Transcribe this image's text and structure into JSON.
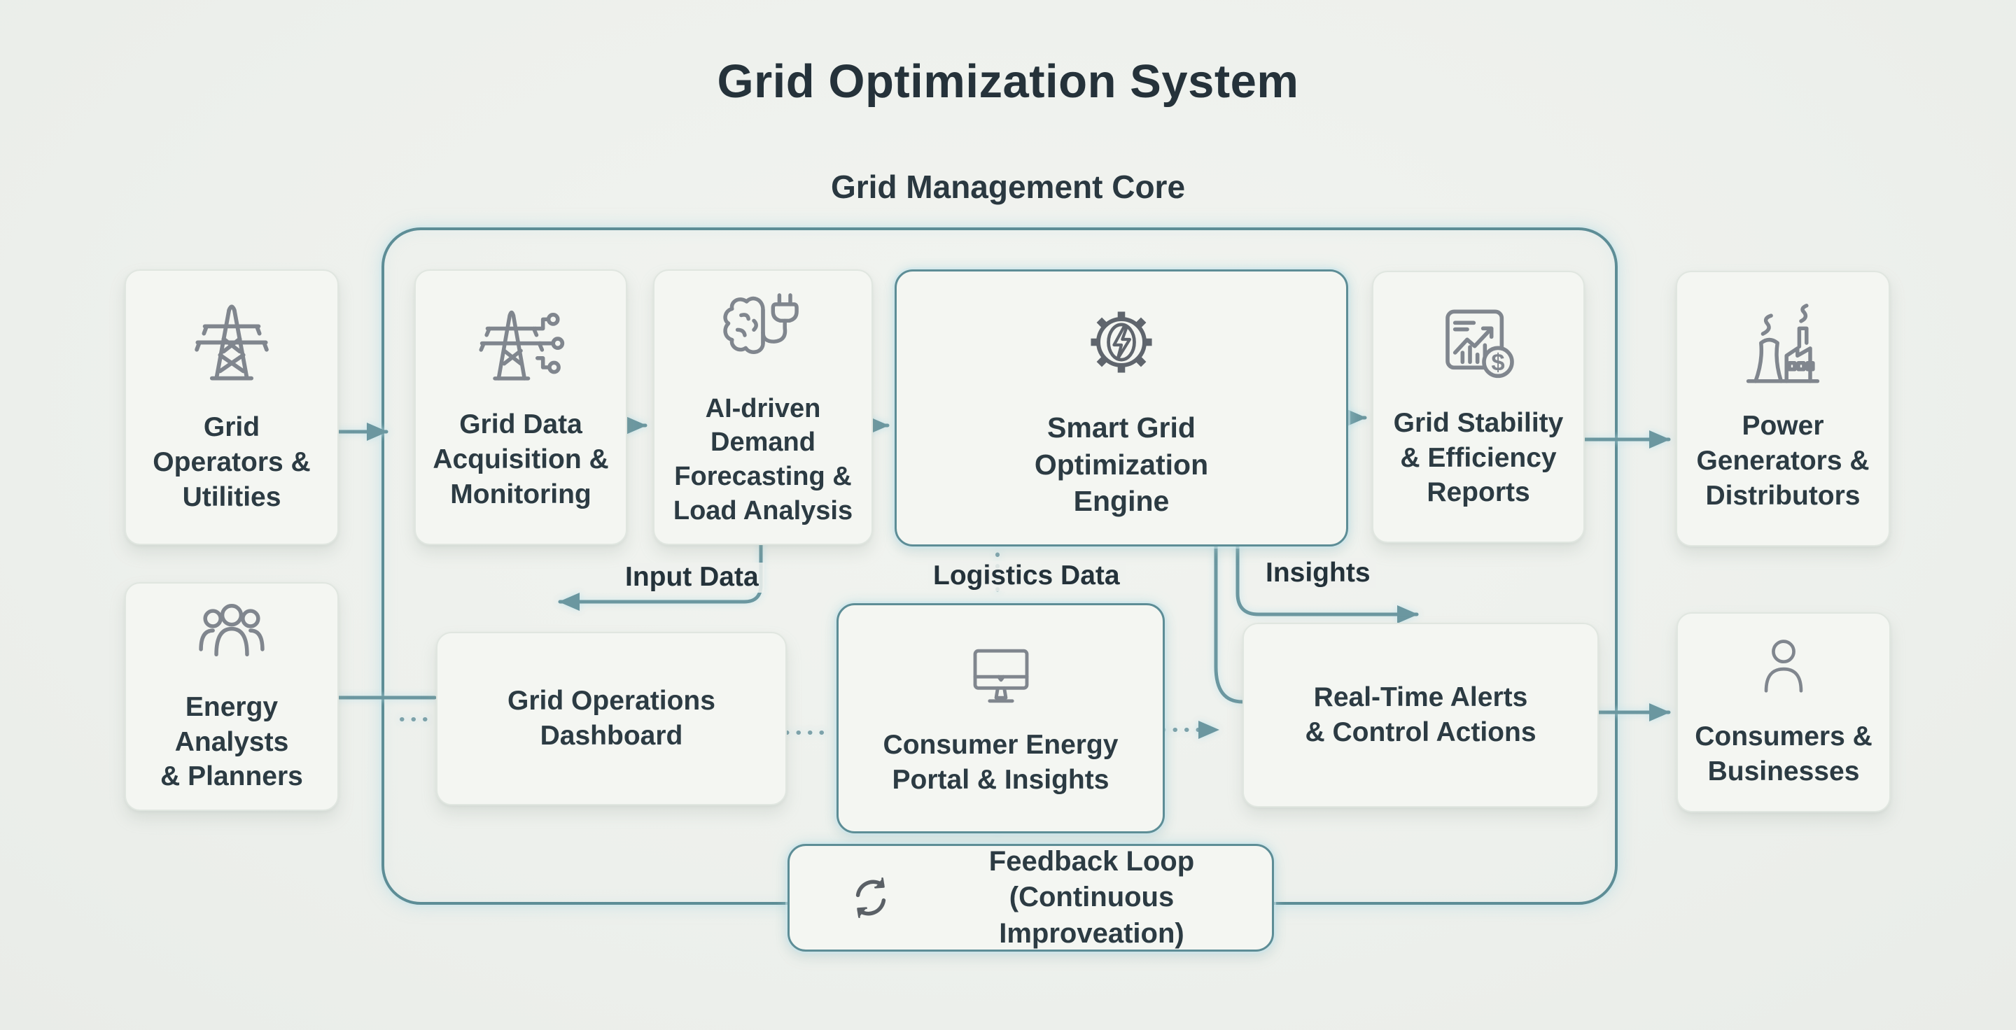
{
  "page": {
    "title": "Grid Optimization System",
    "core_label": "Grid Management Core"
  },
  "nodes": {
    "grid_operators": {
      "label": "Grid\nOperators &\nUtilities",
      "icon": "transmission-tower-icon"
    },
    "energy_analysts": {
      "label": "Energy Analysts\n& Planners",
      "icon": "people-group-icon"
    },
    "grid_data": {
      "label": "Grid Data\nAcquisition &\nMonitoring",
      "icon": "tower-network-icon"
    },
    "ai_forecasting": {
      "label": "AI-driven Demand\nForecasting &\nLoad Analysis",
      "icon": "brain-plug-icon"
    },
    "engine": {
      "label": "Smart Grid\nOptimization\nEngine",
      "icon": "gear-lightning-icon"
    },
    "stability": {
      "label": "Grid Stability\n& Efficiency\nReports",
      "icon": "chart-dollar-icon"
    },
    "power_generators": {
      "label": "Power\nGenerators &\nDistributors",
      "icon": "power-plant-icon"
    },
    "consumers": {
      "label": "Consumers &\nBusinesses",
      "icon": "person-icon"
    },
    "dashboard": {
      "label": "Grid Operations\nDashboard"
    },
    "portal": {
      "label": "Consumer Energy\nPortal & Insights",
      "icon": "monitor-icon"
    },
    "alerts": {
      "label": "Real-Time Alerts\n& Control Actions"
    },
    "feedback": {
      "label": "Feedback Loop\n(Continuous Improveation)",
      "icon": "refresh-icon"
    }
  },
  "edge_labels": {
    "input_data": "Input Data",
    "logistics_data": "Logistics Data",
    "insights": "Insights"
  },
  "colors": {
    "accent_teal": "#5d8d96",
    "connector": "#6b97a0",
    "text": "#2c3b43",
    "icon_gray": "#80868e",
    "background": "#eef1ed",
    "box_fill": "#f4f6f2"
  }
}
